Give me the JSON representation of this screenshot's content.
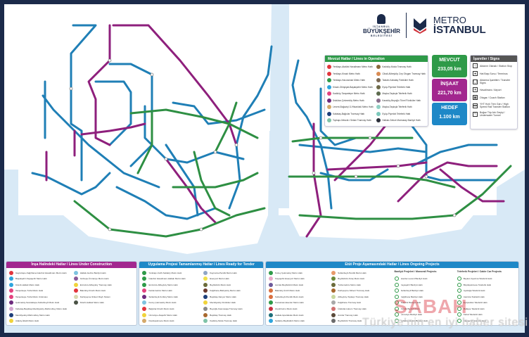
{
  "header": {
    "ibb_top": "İSTANBUL",
    "ibb_main": "BÜYÜKŞEHİR",
    "ibb_bottom": "BELEDİYESİ",
    "metro_line1": "METRO",
    "metro_line2": "İSTANBUL"
  },
  "colors": {
    "frame": "#1b2a4a",
    "sea": "#d8e9f6",
    "operating_green": "#2e9a48",
    "construction_magenta": "#a2278f",
    "tender_blue": "#1e88c7",
    "project_blue": "#1e88c7",
    "line_blue": "#1f7fb6",
    "line_magenta": "#8e1f7c",
    "line_green": "#2e8f43"
  },
  "legend_operating": {
    "title": "Mevcut Hatlar / Lines in Operation",
    "items": [
      {
        "code": "M1",
        "label": "Yenikapı-Atatürk Havalimanı Metro Hattı",
        "color": "#e2353d"
      },
      {
        "code": "M1",
        "label": "Yenikapı-Kirazlı Metro Hattı",
        "color": "#e2353d"
      },
      {
        "code": "M2",
        "label": "Yenikapı-Hacıosman Metro Hattı",
        "color": "#2e9a48"
      },
      {
        "code": "M3",
        "label": "Kirazlı-Olimpiyat-Başakşehir Metro Hattı",
        "color": "#2ea5dd"
      },
      {
        "code": "M4",
        "label": "Kadıköy-Tavşantepe Metro Hattı",
        "color": "#e3427f"
      },
      {
        "code": "M5",
        "label": "Üsküdar-Çekmeköy Metro Hattı",
        "color": "#6d2a7d"
      },
      {
        "code": "M6",
        "label": "Levent-Boğaziçi Ü./Hisarüstü Metro Hattı",
        "color": "#d4a96a"
      },
      {
        "code": "T1",
        "label": "Kabataş-Bağcılar Tramvay Hattı",
        "color": "#1d3e7a"
      },
      {
        "code": "T4",
        "label": "Topkapı-Mescid-i Selam Tramvay Hattı",
        "color": "#7fc3a8"
      },
      {
        "code": "T3",
        "label": "Kadıköy-Moda Tramvay Hattı",
        "color": "#8b6a3e"
      },
      {
        "code": "T5",
        "label": "Cibali-Alibeyköy Cep Otogarı Tramvay Hattı",
        "color": "#d98c54"
      },
      {
        "code": "F1",
        "label": "Taksim-Kabataş Füniküler Hattı",
        "color": "#7b6a55"
      },
      {
        "code": "TF1",
        "label": "Eyüp-Piyerloti Teleferik Hattı",
        "color": "#6f6b4a"
      },
      {
        "code": "TF2",
        "label": "Maçka-Taşkışla Teleferik Hattı",
        "color": "#5d6b4e"
      },
      {
        "code": "F2",
        "label": "Karaköy-Beyoğlu Tünel Füniküler Hattı",
        "color": "#8a6e8c"
      },
      {
        "code": "B1",
        "label": "Maçka-Taşkışla Teleferik Hattı",
        "color": "#8fd0c4"
      },
      {
        "code": "B2",
        "label": "Eyüp-Piyerloti Teleferik Hattı",
        "color": "#7cc8bb"
      },
      {
        "code": "M",
        "label": "Halkalı-Gebze Marmaray Banliyö Hattı",
        "color": "#2b2f3a"
      }
    ]
  },
  "stats": [
    {
      "label": "MEVCUT",
      "value": "233,05 km",
      "color": "#2e9a48"
    },
    {
      "label": "İNŞAAT",
      "value": "221,70 km",
      "color": "#a2278f"
    },
    {
      "label": "HEDEF",
      "value": "1.100 km",
      "color": "#1e88c7"
    }
  ],
  "signs": {
    "title": "İşaretler / Signs",
    "items": [
      {
        "icon": "station-circle-icon",
        "label": "Aktarım Olanak / Station Stop"
      },
      {
        "icon": "transfer-dot-icon",
        "label": "Hat Başı Sonu / Terminus"
      },
      {
        "icon": "transfer-symbols-icon",
        "label": "Aktarma İşaretleri / Transfer Signs"
      },
      {
        "icon": "airport-icon",
        "label": "Havalimanı / Airport"
      },
      {
        "icon": "bus-terminal-icon",
        "label": "Otogar / Coach Station"
      },
      {
        "icon": "high-speed-train-icon",
        "label": "YHT Hızlı Tren Garı / High Speed Rail Transfer Station"
      },
      {
        "icon": "ferry-icon",
        "label": "Boğaz Tüp Ark Geçişi / Underwater Tunnel"
      }
    ]
  },
  "bottom": {
    "construction": {
      "title": "İnşa Halindeki Hatlar / Lines Under Construction",
      "col1": [
        {
          "label": "Gayrettepe-Kağıthane-İstanbul Havalimanı Metro Hattı",
          "color": "#e2353d"
        },
        {
          "label": "Başakşehir-Kayaşehir Metro Hattı",
          "color": "#2ea5dd"
        },
        {
          "label": "Kirazlı-Halkalı Metro Hattı",
          "color": "#2ea5dd"
        },
        {
          "label": "Tavşantepe-Tuzla Metro Hattı",
          "color": "#e3427f"
        },
        {
          "label": "Tavşantepe-Tuzla Metro Uzatması",
          "color": "#e3427f"
        },
        {
          "label": "Çekmeköy-Sancaktepe-Sultanbeyli Metro Hattı",
          "color": "#6d2a7d"
        },
        {
          "label": "Kabataş-Beşiktaş-Mecidiyeköy-Mahmutbey Metro Hattı",
          "color": "#d4a6cf"
        },
        {
          "label": "Mecidiyeköy-Mahmutbey Metro Hattı",
          "color": "#1d3e7a"
        },
        {
          "label": "Ataköy-İkitelli Metro Hattı",
          "color": "#f0d33a"
        }
      ],
      "col2": [
        {
          "label": "Halkalı-Gebze Banliyö Hattı",
          "color": "#7fc3e0"
        },
        {
          "label": "Göztepe-Ümraniye Metro Hattı",
          "color": "#8a5a9a"
        },
        {
          "label": "Eminönü-Alibeyköy Tramvay Hattı",
          "color": "#f0d33a"
        },
        {
          "label": "Bakırköy-Kirazlı Metro Hattı",
          "color": "#e2353d"
        },
        {
          "label": "Kazlıçeşme-Sirkeci Raylı Sistem",
          "color": "#d8d8b0"
        },
        {
          "label": "Kirazlı-Halkalı Metro Hattı",
          "color": "#4a5245"
        }
      ]
    },
    "tender": {
      "title": "Uygulama Projesi Tamamlanmış Hatlar / Lines Ready for Tender",
      "col1": [
        {
          "label": "Yenikapı-İncirli-Sefaköy Metro Hattı",
          "color": "#2e9a48"
        },
        {
          "label": "İstanbul Havalimanı-Halkalı Metro Hattı",
          "color": "#2e9a48"
        },
        {
          "label": "Eminönü-Alibeyköy Metro Hattı",
          "color": "#2e9a48"
        },
        {
          "label": "Kartal-Gebze Metro Hattı",
          "color": "#e3427f"
        },
        {
          "label": "Sultanbeyli-Kurtköy Metro Hattı",
          "color": "#6d2a7d"
        },
        {
          "label": "Kuzey Çekmeköy Metro Hattı",
          "color": "#7fc3e0"
        },
        {
          "label": "Bağcılar-Kirazlı Metro Hattı",
          "color": "#e2353d"
        },
        {
          "label": "Ümraniye-Ataşehir Metro Hattı",
          "color": "#f0d33a"
        },
        {
          "label": "Küçükçekmece Metro Hattı",
          "color": "#d4a96a"
        }
      ],
      "col2": [
        {
          "label": "Kaynarca-Pendik Metro Hattı",
          "color": "#8fa6c6"
        },
        {
          "label": "Esenyurt Metro Hattı",
          "color": "#f0e04a"
        },
        {
          "label": "Beylikdüzü Metro Hattı",
          "color": "#6b6b3a"
        },
        {
          "label": "Kağıthane-Bahçeköy Metro Hattı",
          "color": "#6b3a2e"
        },
        {
          "label": "Beşiktaş-Sarıyer Metro Hattı",
          "color": "#1d3e7a"
        },
        {
          "label": "Mecidiyeköy Füniküler Hattı",
          "color": "#f0d33a"
        },
        {
          "label": "Beyoğlu-Kasımpaşa Tramvay Hattı",
          "color": "#8a8a8a"
        },
        {
          "label": "Beşiktaş Tramvay Hattı",
          "color": "#a8682e"
        },
        {
          "label": "Kadıköy-Moda Tramvay Hattı",
          "color": "#7fc3a8"
        }
      ]
    },
    "projects": {
      "title": "Etüt Proje Aşamasındaki Hatlar / Lines Ongoing Projects",
      "col1": [
        {
          "label": "Kuzey Çekmeköy Metro Hattı",
          "color": "#2e9a48"
        },
        {
          "label": "Kayaşehir-Esenyurt Metro Hattı",
          "color": "#e9a9c8"
        },
        {
          "label": "Avcılar-Beylikdüzü Metro Hattı",
          "color": "#6d5a9a"
        },
        {
          "label": "Bakırköy-İncirli Metro Hattı",
          "color": "#d97040"
        },
        {
          "label": "Sultanbeyli-Pendik Metro Hattı",
          "color": "#d97040"
        },
        {
          "label": "Kocasinan-Esenler Metro Hattı",
          "color": "#2e9a48"
        },
        {
          "label": "Zeytinburnu Metro Hattı",
          "color": "#c83040"
        },
        {
          "label": "Halkalı-Ispartakule Metro Hattı",
          "color": "#1d6f7a"
        },
        {
          "label": "Sefaköy-Beylikdüzü Metro Hattı",
          "color": "#2ea5dd"
        }
      ],
      "col2": [
        {
          "label": "Sultanbeyli-Pendik Metro Hattı",
          "color": "#e89a6a"
        },
        {
          "label": "Beylikdüzü-Kıraç Metro Hattı",
          "color": "#6b8a3a"
        },
        {
          "label": "Tuzla-Gebze Metro Hattı",
          "color": "#6b6b3a"
        },
        {
          "label": "Kazlıçeşme-Sirkeci Tramvay Hattı",
          "color": "#a8682e"
        },
        {
          "label": "Alibeyköy-Topkapı Tramvay Hattı",
          "color": "#c8d8a0"
        },
        {
          "label": "Kağıthane Tramvay Hattı",
          "color": "#a8a8a8"
        },
        {
          "label": "Üsküdar-Harem Tramvay Hattı",
          "color": "#d07070"
        },
        {
          "label": "Avcılar Tramvay Hattı",
          "color": "#5a4a3a"
        },
        {
          "label": "Beylikdüzü Tramvay Hattı",
          "color": "#6b6b6b"
        }
      ],
      "marmaray_head": "Banliyö Projeleri / Monorail Projects",
      "marmaray": [
        "Esenler-Levent Banliyö Hattı",
        "Kayaşehir Banliyö Hattı",
        "Sultanbeyli Banliyö Hattı",
        "Kağıthane Banliyö Hattı",
        "Ataşehir Banliyö Hattı",
        "Pendik Banliyö Hattı",
        "Ümraniye Banliyö Hattı",
        "Sefaköy-Ataköy Banliyö Hattı",
        "Tuzla-Gebze Banliyö Hattı"
      ],
      "cable_head": "Teleferik Projeleri / Cable Car Projects",
      "cable": [
        "Beykoz-Ayazma Teleferik Hattı",
        "Büyükçekmece Teleferik Hattı",
        "Ayazağa Teleferik Hattı",
        "Çamlıca Teleferik Hattı",
        "Eyüpsultan Teleferik Hattı",
        "Maltepe Teleferik Hattı",
        "Kartal Teleferik Hattı",
        "Kayaşehir Teleferik Hattı",
        "Beykoz Teleferik Hattı",
        "Tuzla Teleferik Hattı"
      ]
    }
  },
  "watermark": {
    "brand": "SABAH",
    "tagline": "Türkiye'nin en iyi haber sitesi"
  }
}
